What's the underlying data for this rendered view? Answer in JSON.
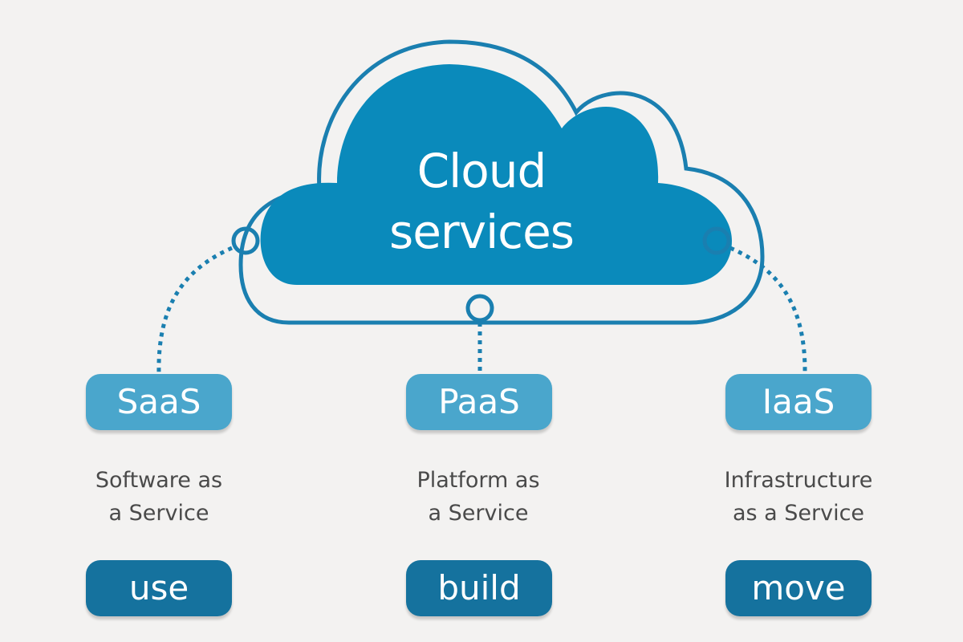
{
  "cloud": {
    "title_line1": "Cloud",
    "title_line2": "services"
  },
  "colors": {
    "background": "#f3f2f1",
    "cloud_fill": "#0a8abb",
    "cloud_outline": "#1a7fb0",
    "pill_light": "#4aa6cc",
    "pill_dark": "#15729e",
    "desc_text": "#4a4a4a"
  },
  "services": [
    {
      "abbr": "SaaS",
      "desc_line1": "Software as",
      "desc_line2": "a Service",
      "verb": "use"
    },
    {
      "abbr": "PaaS",
      "desc_line1": "Platform as",
      "desc_line2": "a Service",
      "verb": "build"
    },
    {
      "abbr": "IaaS",
      "desc_line1": "Infrastructure",
      "desc_line2": "as a Service",
      "verb": "move"
    }
  ]
}
